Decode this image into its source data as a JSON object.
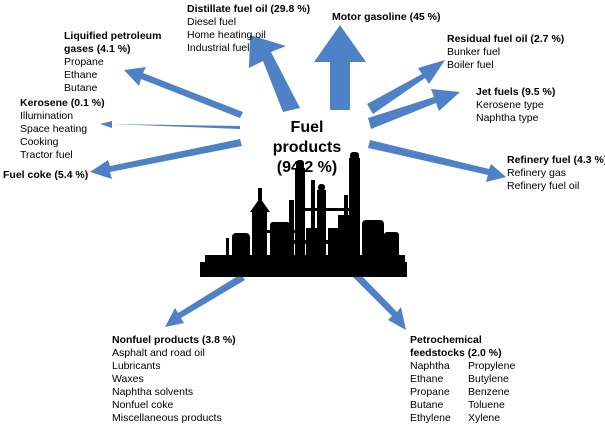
{
  "center": {
    "title": "Fuel products",
    "value": "(94.2 %)"
  },
  "categories": {
    "distillate": {
      "title": "Distillate fuel oil (29.8 %)",
      "items": [
        "Diesel fuel",
        "Home heating oil",
        "Industrial fuel"
      ]
    },
    "motor": {
      "title": "Motor gasoline (45 %)",
      "items": []
    },
    "residual": {
      "title": "Residual fuel oil (2.7 %)",
      "items": [
        "Bunker fuel",
        "Boiler fuel"
      ]
    },
    "lpg": {
      "title_line1": "Liquified petroleum",
      "title_line2": "gases (4.1 %)",
      "items": [
        "Propane",
        "Ethane",
        "Butane"
      ]
    },
    "kerosene": {
      "title": "Kerosene (0.1 %)",
      "items": [
        "Illumination",
        "Space heating",
        "Cooking",
        "Tractor fuel"
      ]
    },
    "jet": {
      "title": "Jet fuels (9.5 %)",
      "items": [
        "Kerosene type",
        "Naphtha type"
      ]
    },
    "refinery": {
      "title": "Refinery fuel (4.3 %)",
      "items": [
        "Refinery gas",
        "Refinery fuel oil"
      ]
    },
    "coke": {
      "title": "Fuel coke (5.4 %)",
      "items": []
    },
    "nonfuel": {
      "title": "Nonfuel products (3.8 %)",
      "items": [
        "Asphalt and road oil",
        "Lubricants",
        "Waxes",
        "Naphtha solvents",
        "Nonfuel coke",
        "Miscellaneous products"
      ]
    },
    "petro": {
      "title_line1": "Petrochemical",
      "title_line2": "feedstocks (2.0 %)",
      "col1": [
        "Naphtha",
        "Ethane",
        "Propane",
        "Butane",
        "Ethylene"
      ],
      "col2": [
        "Propylene",
        "Butylene",
        "Benzene",
        "Toluene",
        "Xylene"
      ]
    }
  },
  "colors": {
    "arrow": "#4f81c7",
    "silhouette": "#000000"
  }
}
